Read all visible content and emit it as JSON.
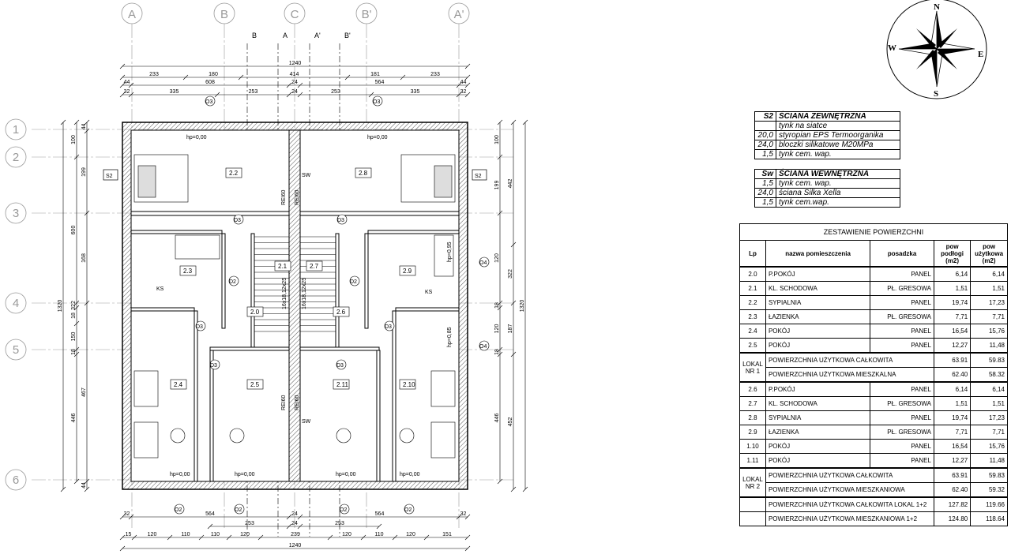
{
  "grid": {
    "cols": [
      "A",
      "B",
      "C",
      "B'",
      "A'"
    ],
    "rows": [
      "1",
      "2",
      "3",
      "4",
      "5",
      "6"
    ]
  },
  "sections": [
    "B",
    "A",
    "A'",
    "B'"
  ],
  "compass": {
    "n": "N",
    "s": "S",
    "e": "E",
    "w": "W"
  },
  "dims": {
    "top_total": "1240",
    "top_row1": [
      "233",
      "180",
      "414",
      "181",
      "233"
    ],
    "top_row2": [
      "44",
      "608",
      "24",
      "564",
      "44"
    ],
    "top_row3": [
      "32",
      "335",
      "253",
      "24",
      "253",
      "335",
      "32"
    ],
    "bottom_row1": [
      "32",
      "564",
      "24",
      "564",
      "32"
    ],
    "bottom_row2": [
      "253",
      "24",
      "253"
    ],
    "bottom_row3": [
      "15",
      "120",
      "110",
      "110",
      "120",
      "239",
      "120",
      "110",
      "120",
      "151"
    ],
    "bottom_total": "1240",
    "left_outer": "1320",
    "left_mid": [
      "100",
      "600",
      "322",
      "18",
      "150",
      "18",
      "446"
    ],
    "left_inner": [
      "44",
      "199",
      "168",
      "467",
      "44"
    ],
    "right_outer": "1320",
    "right_mid": [
      "442",
      "322",
      "187",
      "452"
    ],
    "right_inner": [
      "100",
      "199",
      "120",
      "18",
      "120",
      "18",
      "446"
    ]
  },
  "rooms": [
    {
      "id": "2.2",
      "label": "2.2"
    },
    {
      "id": "2.8",
      "label": "2.8"
    },
    {
      "id": "2.3",
      "label": "2.3"
    },
    {
      "id": "2.9",
      "label": "2.9"
    },
    {
      "id": "2.1",
      "label": "2.1"
    },
    {
      "id": "2.7",
      "label": "2.7"
    },
    {
      "id": "2.0",
      "label": "2.0"
    },
    {
      "id": "2.6",
      "label": "2.6"
    },
    {
      "id": "2.4",
      "label": "2.4"
    },
    {
      "id": "2.5",
      "label": "2.5"
    },
    {
      "id": "2.11",
      "label": "2.11"
    },
    {
      "id": "2.10",
      "label": "2.10"
    }
  ],
  "tags": {
    "s2": "S2",
    "sw": "SW",
    "d2": "D2",
    "d3": "D3",
    "o3": "O3",
    "o2": "O2",
    "o4": "O4",
    "ks": "KS",
    "rei": "REI60",
    "stairs": "16x18,12x25",
    "hp": "hp=0,00",
    "hp2": "hp=0,85",
    "hp3": "hp=0,95"
  },
  "legend_s2": {
    "code": "S2",
    "title": "ŚCIANA ZEWNĘTRZNA",
    "rows": [
      {
        "t": "",
        "d": "tynk na siatce"
      },
      {
        "t": "20,0",
        "d": "styropian EPS Termoorganika"
      },
      {
        "t": "24,0",
        "d": "bloczki silikatowe M20MPa"
      },
      {
        "t": "1,5",
        "d": "tynk cem. wap."
      }
    ]
  },
  "legend_sw": {
    "code": "Sw",
    "title": "ŚCIANA WEWNĘTRZNA",
    "rows": [
      {
        "t": "1,5",
        "d": "tynk cem. wap."
      },
      {
        "t": "24,0",
        "d": "ściana Silka Xella"
      },
      {
        "t": "1,5",
        "d": "tynk cem.wap."
      }
    ]
  },
  "areas": {
    "title": "ZESTAWIENIE POWIERZCHNI",
    "headers": {
      "lp": "Lp",
      "name": "nazwa pomieszczenia",
      "floor": "posadzka",
      "pow1": "pow podłogi (m2)",
      "pow2": "pow użytkowa (m2)"
    },
    "lokal1": [
      {
        "lp": "2.0",
        "name": "P.POKÓJ",
        "floor": "PANEL",
        "a": "6,14",
        "b": "6,14"
      },
      {
        "lp": "2.1",
        "name": "KL. SCHODOWA",
        "floor": "PŁ. GRESOWA",
        "a": "1,51",
        "b": "1,51"
      },
      {
        "lp": "2.2",
        "name": "SYPIALNIA",
        "floor": "PANEL",
        "a": "19,74",
        "b": "17,23"
      },
      {
        "lp": "2.3",
        "name": "ŁAZIENKA",
        "floor": "PŁ. GRESOWA",
        "a": "7,71",
        "b": "7,71"
      },
      {
        "lp": "2.4",
        "name": "POKÓJ",
        "floor": "PANEL",
        "a": "16,54",
        "b": "15,76"
      },
      {
        "lp": "2.5",
        "name": "POKÓJ",
        "floor": "PANEL",
        "a": "12,27",
        "b": "11,48"
      }
    ],
    "lokal1_label": "LOKAL NR 1",
    "lokal1_sum": [
      {
        "name": "POWIERZCHNIA UŻYTKOWA  CAŁKOWITA",
        "a": "63.91",
        "b": "59.83"
      },
      {
        "name": "POWIERZCHNIA UŻYTKOWA  MIESZKALNA",
        "a": "62.40",
        "b": "58.32"
      }
    ],
    "lokal2": [
      {
        "lp": "2.6",
        "name": "P.POKÓJ",
        "floor": "PANEL",
        "a": "6,14",
        "b": "6,14"
      },
      {
        "lp": "2.7",
        "name": "KL. SCHODOWA",
        "floor": "PŁ. GRESOWA",
        "a": "1,51",
        "b": "1,51"
      },
      {
        "lp": "2.8",
        "name": "SYPIALNIA",
        "floor": "PANEL",
        "a": "19,74",
        "b": "17,23"
      },
      {
        "lp": "2.9",
        "name": "ŁAZIENKA",
        "floor": "PŁ. GRESOWA",
        "a": "7,71",
        "b": "7,71"
      },
      {
        "lp": "1.10",
        "name": "POKÓJ",
        "floor": "PANEL",
        "a": "16,54",
        "b": "15,76"
      },
      {
        "lp": "1.11",
        "name": "POKÓJ",
        "floor": "PANEL",
        "a": "12,27",
        "b": "11,48"
      }
    ],
    "lokal2_label": "LOKAL NR 2",
    "lokal2_sum": [
      {
        "name": "POWIERZCHNIA UŻYTKOWA  CAŁKOWITA",
        "a": "63.91",
        "b": "59.83"
      },
      {
        "name": "POWIERZCHNIA UŻYTKOWA  MIESZKANIOWA",
        "a": "62.40",
        "b": "59.32"
      }
    ],
    "total": [
      {
        "name": "POWIERZCHNIA UŻYTKOWA  CAŁKOWITA LOKAL 1+2",
        "a": "127.82",
        "b": "119.66"
      },
      {
        "name": "POWIERZCHNIA UŻYTKOWA  MIESZKANIOWA 1+2",
        "a": "124.80",
        "b": "118.64"
      }
    ]
  }
}
